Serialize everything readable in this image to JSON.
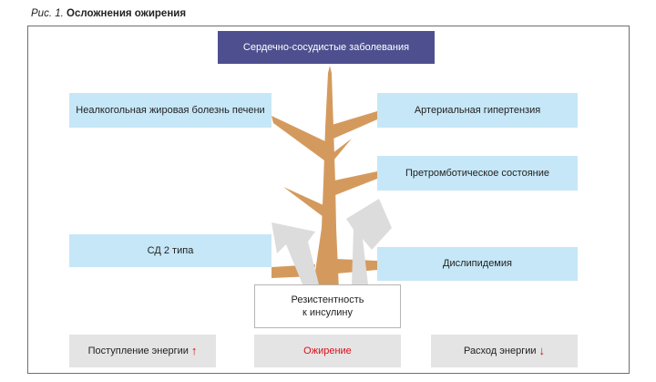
{
  "caption": {
    "fig": "Рис. 1.",
    "title": "Осложнения ожирения"
  },
  "boxes": {
    "cardio": "Сердечно-сосудистые заболевания",
    "liver": "Неалкогольная жировая болезнь печени",
    "hypertension": "Артериальная гипертензия",
    "prothrombotic": "Претромботическое состояние",
    "diabetes": "СД 2 типа",
    "dyslipidemia": "Дислипидемия",
    "insulin_line1": "Резистентность",
    "insulin_line2": "к инсулину"
  },
  "bottom": {
    "intake": "Поступление энергии",
    "intake_arrow": "↑",
    "obesity": "Ожирение",
    "expense": "Расход энергии",
    "expense_arrow": "↓"
  },
  "colors": {
    "tree": "#d49a5d",
    "navy": "#4d4f8f",
    "lightblue": "#c6e7f7",
    "grey": "#e4e4e4",
    "red": "#d8101a"
  }
}
